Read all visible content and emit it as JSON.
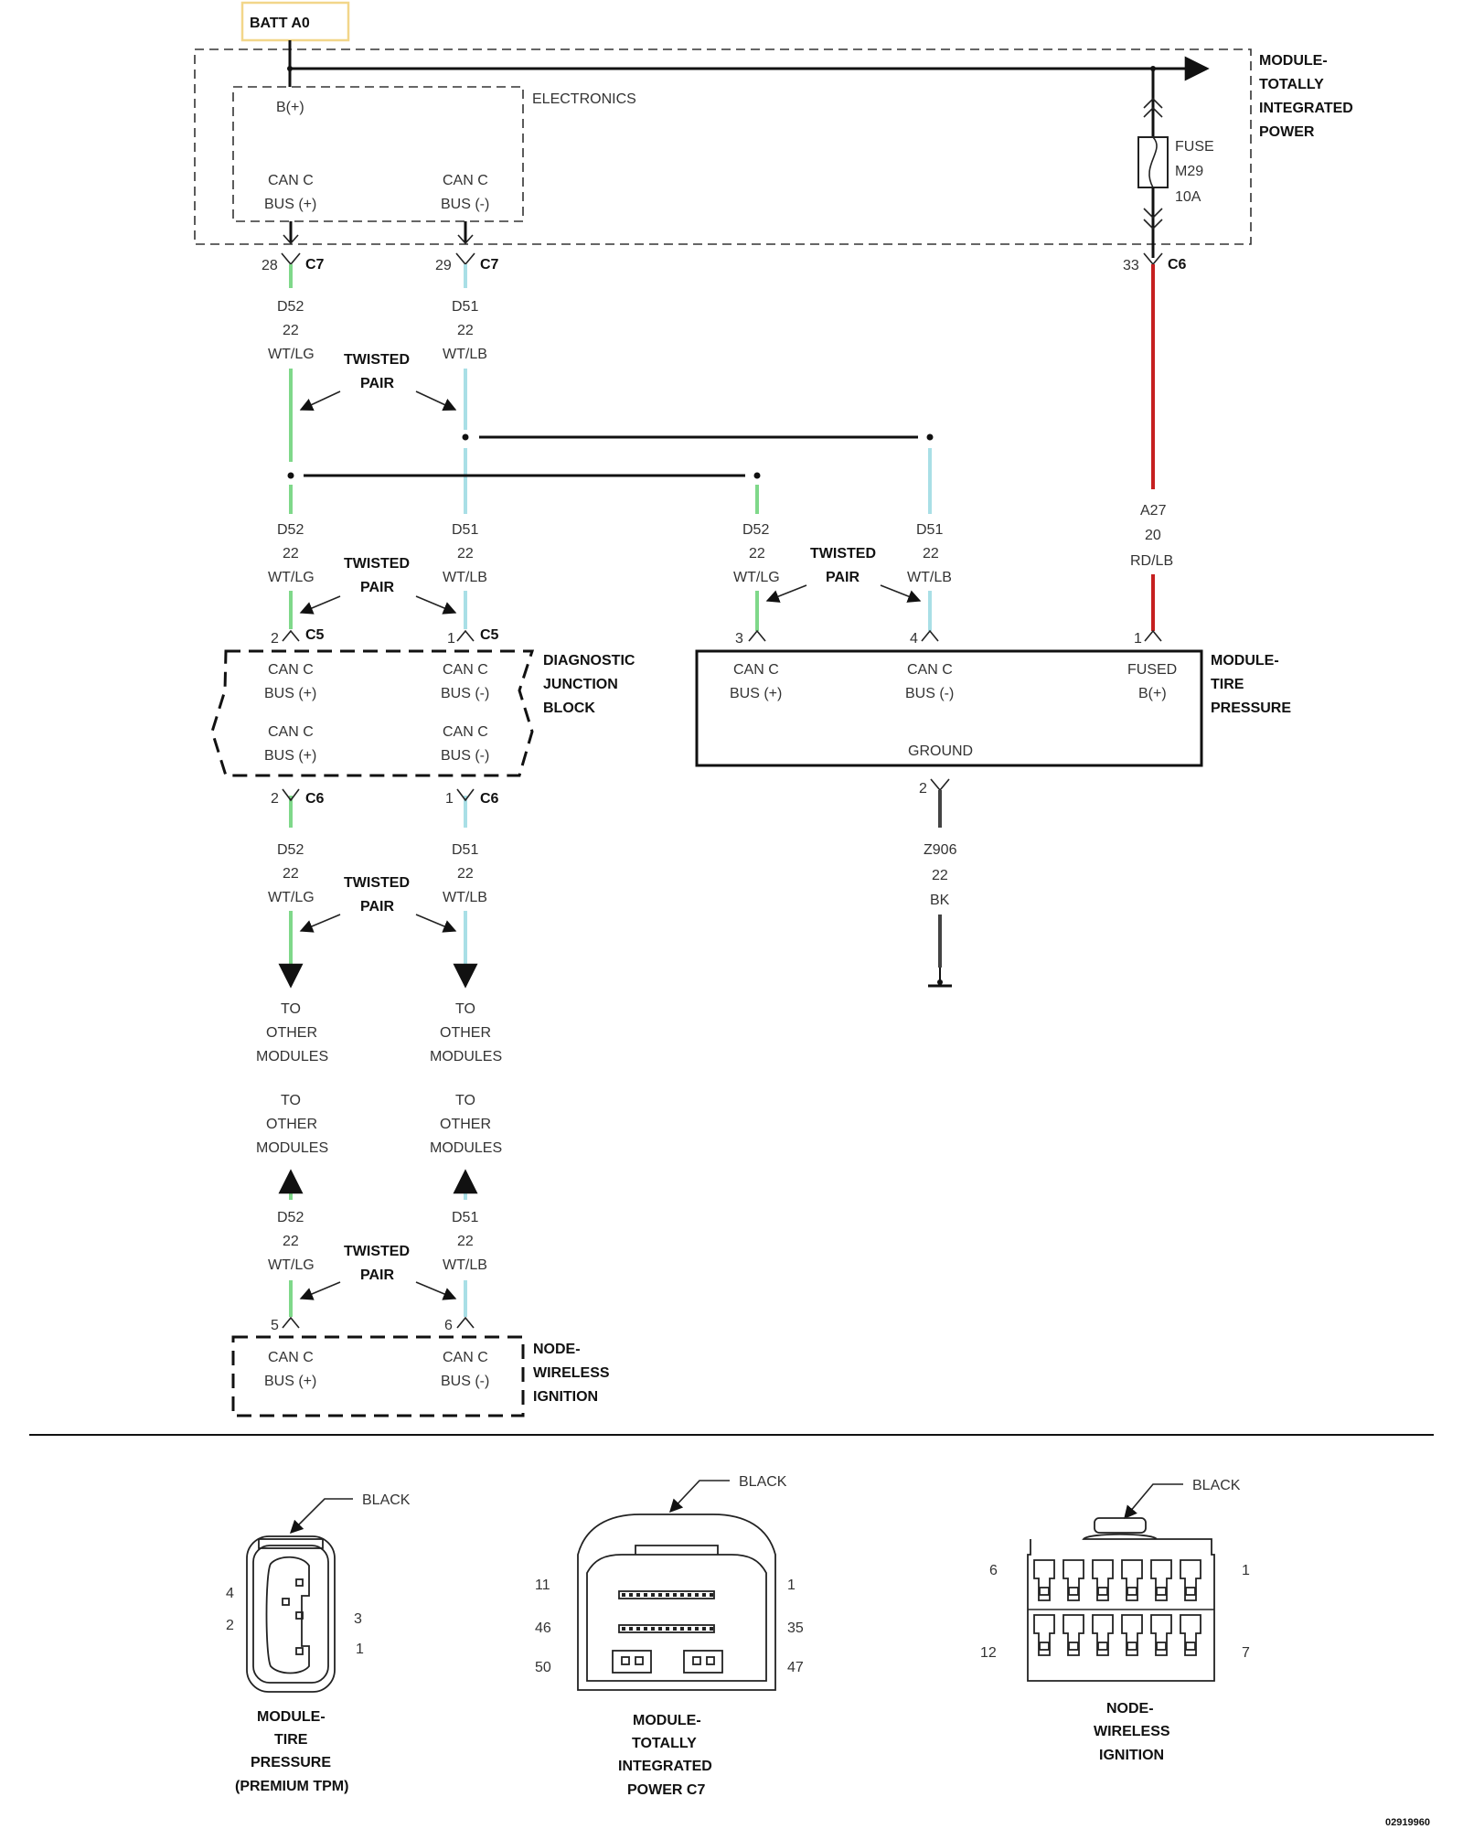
{
  "batt": "BATT A0",
  "electronics": "ELECTRONICS",
  "b_plus": "B(+)",
  "tip_title": [
    "MODULE-",
    "TOTALLY",
    "INTEGRATED",
    "POWER"
  ],
  "fuse": {
    "label": "FUSE",
    "id": "M29",
    "rating": "10A"
  },
  "can_c": "CAN C",
  "bus_plus": "BUS (+)",
  "bus_minus": "BUS (-)",
  "connectors": {
    "tip_c7_left": {
      "pin": "28",
      "name": "C7"
    },
    "tip_c7_right": {
      "pin": "29",
      "name": "C7"
    },
    "tip_c6": {
      "pin": "33",
      "name": "C6"
    },
    "djb_c5_left": {
      "pin": "2",
      "name": "C5"
    },
    "djb_c5_right": {
      "pin": "1",
      "name": "C5"
    },
    "djb_c6_left": {
      "pin": "2",
      "name": "C6"
    },
    "djb_c6_right": {
      "pin": "1",
      "name": "C6"
    }
  },
  "wire_d52": [
    "D52",
    "22",
    "WT/LG"
  ],
  "wire_d51": [
    "D51",
    "22",
    "WT/LB"
  ],
  "wire_a27": [
    "A27",
    "20",
    "RD/LB"
  ],
  "wire_z906": [
    "Z906",
    "22",
    "BK"
  ],
  "twisted_pair": [
    "TWISTED",
    "PAIR"
  ],
  "djb_title": [
    "DIAGNOSTIC",
    "JUNCTION",
    "BLOCK"
  ],
  "tpm": {
    "title": [
      "MODULE-",
      "TIRE",
      "PRESSURE"
    ],
    "pins": {
      "can_plus": "3",
      "can_minus": "4",
      "fused": "1",
      "ground": "2"
    },
    "fused": "FUSED",
    "fused_b": "B(+)",
    "ground": "GROUND"
  },
  "to_other_modules": [
    "TO",
    "OTHER",
    "MODULES"
  ],
  "wireless": {
    "title": [
      "NODE-",
      "WIRELESS",
      "IGNITION"
    ],
    "pins": {
      "can_plus": "5",
      "can_minus": "6"
    }
  },
  "connector_views": {
    "tpm_view": {
      "color": "BLACK",
      "pins": [
        "4",
        "2",
        "3",
        "1"
      ],
      "title": [
        "MODULE-",
        "TIRE",
        "PRESSURE",
        "(PREMIUM TPM)"
      ]
    },
    "tip_view": {
      "color": "BLACK",
      "pins": [
        "11",
        "46",
        "50",
        "1",
        "35",
        "47"
      ],
      "title": [
        "MODULE-",
        "TOTALLY",
        "INTEGRATED",
        "POWER C7"
      ]
    },
    "win_view": {
      "color": "BLACK",
      "pins": [
        "6",
        "12",
        "1",
        "7"
      ],
      "title": [
        "NODE-",
        "WIRELESS",
        "IGNITION"
      ]
    }
  },
  "image_id": "02919960"
}
